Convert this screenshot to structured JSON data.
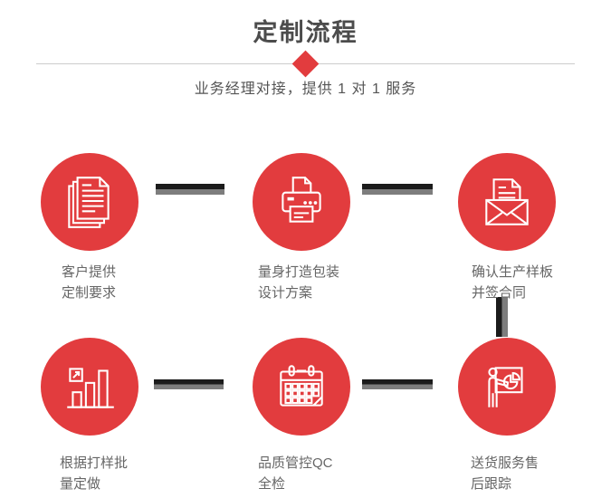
{
  "header": {
    "title": "定制流程",
    "subtitle": "业务经理对接，提供 1 对 1 服务"
  },
  "colors": {
    "accent_red": "#e23c3e",
    "title_gray": "#4c4c4c",
    "label_gray": "#666666",
    "divider_gray": "#cccccc",
    "connector_black": "#1b1b1b",
    "connector_gray": "#7d7d7d",
    "icon_stroke": "#ffffff"
  },
  "steps": [
    {
      "icon": "documents-icon",
      "label_line1": "客户提供",
      "label_line2": "定制要求"
    },
    {
      "icon": "printer-icon",
      "label_line1": "量身打造包装",
      "label_line2": "设计方案"
    },
    {
      "icon": "envelope-icon",
      "label_line1": "确认生产样板",
      "label_line2": "并签合同"
    },
    {
      "icon": "bar-chart-icon",
      "label_line1": "根据打样批",
      "label_line2": "量定做"
    },
    {
      "icon": "calendar-icon",
      "label_line1": "品质管控QC",
      "label_line2": "全检"
    },
    {
      "icon": "presenter-icon",
      "label_line1": "送货服务售",
      "label_line2": "后跟踪"
    }
  ]
}
